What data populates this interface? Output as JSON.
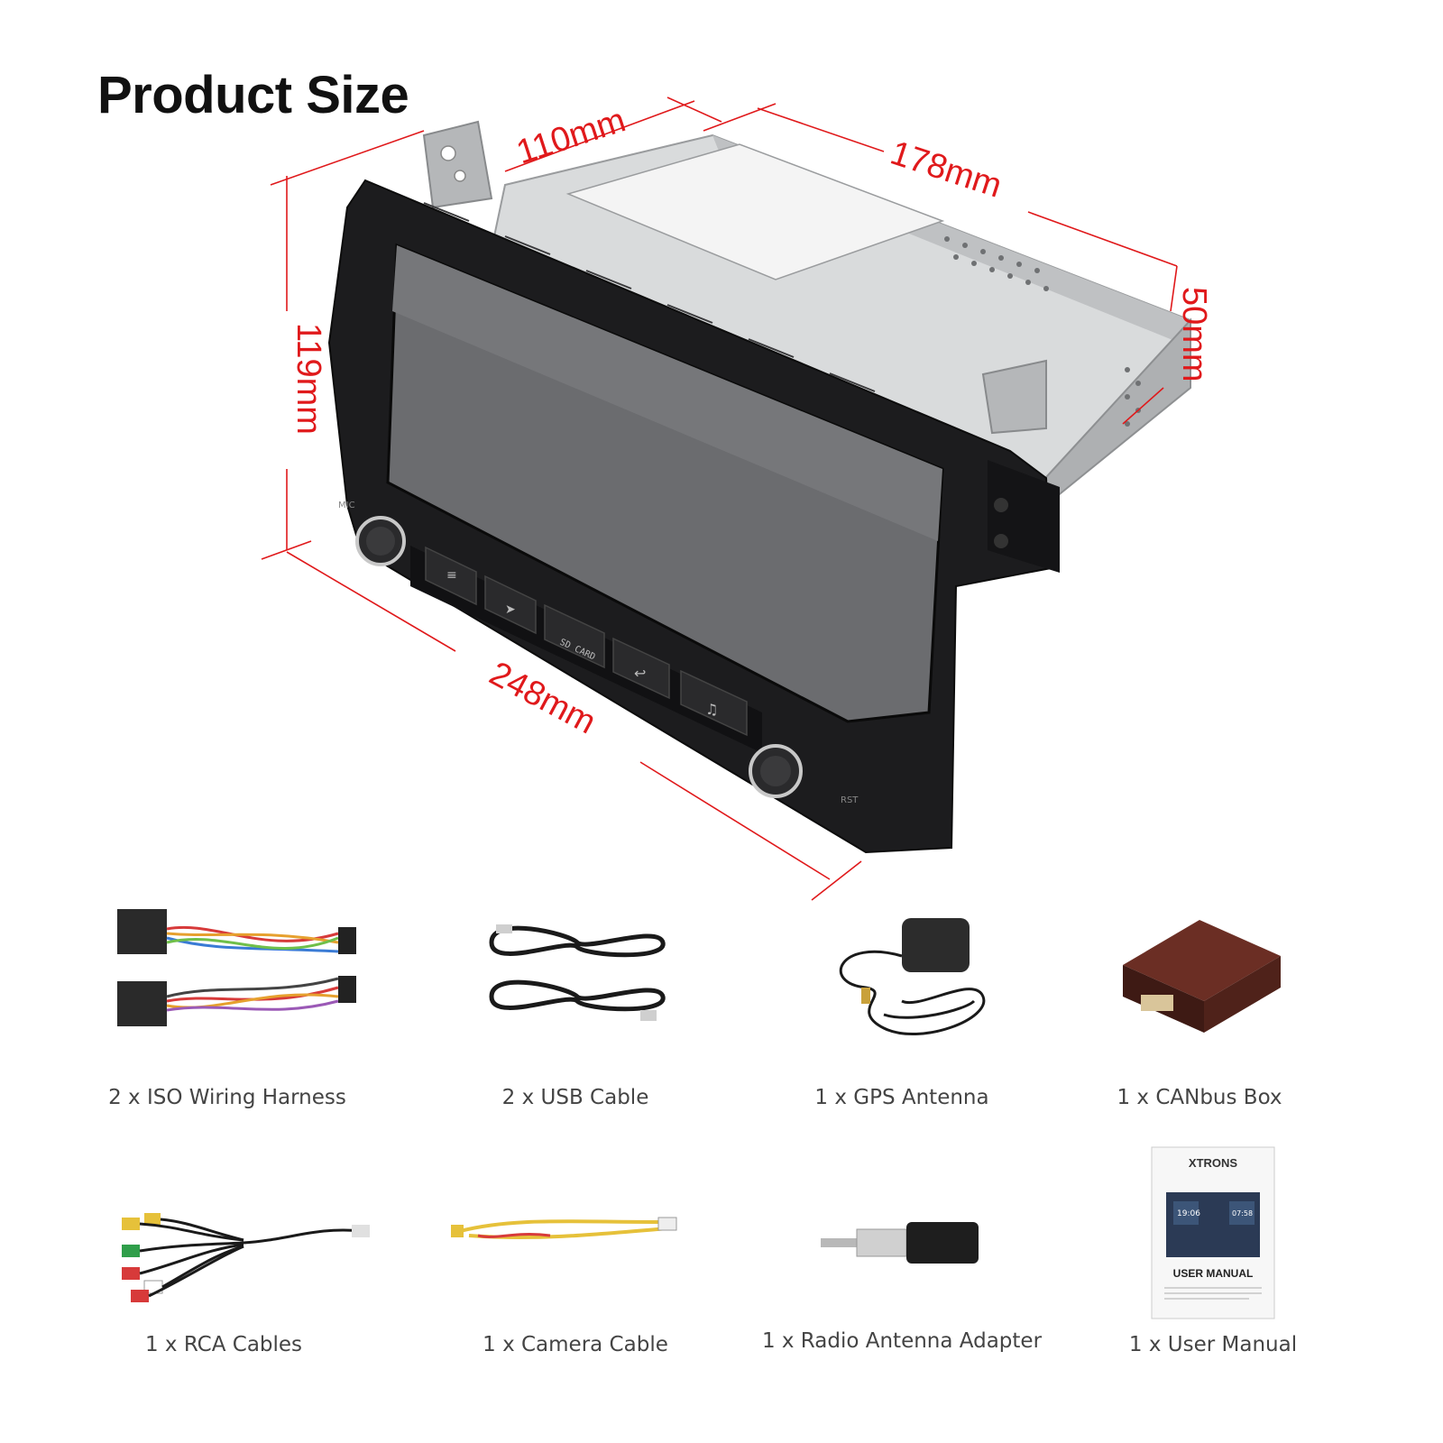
{
  "page": {
    "title": "Product Size"
  },
  "dimensions": {
    "depth": "110mm",
    "length": "178mm",
    "chassis_height": "50mm",
    "height": "119mm",
    "width": "248mm"
  },
  "device": {
    "brand": "XTRONS",
    "buttons": [
      "SD CARD"
    ],
    "labels": {
      "mic": "MIC",
      "reset": "RST"
    }
  },
  "accessories": [
    {
      "id": "iso",
      "label": "2 x ISO Wiring Harness"
    },
    {
      "id": "usb",
      "label": "2 x USB Cable"
    },
    {
      "id": "gps",
      "label": "1 x GPS Antenna"
    },
    {
      "id": "canbus",
      "label": "1 x CANbus Box"
    },
    {
      "id": "rca",
      "label": "1 x RCA Cables"
    },
    {
      "id": "camera",
      "label": "1 x Camera Cable"
    },
    {
      "id": "radio",
      "label": "1 x Radio Antenna Adapter"
    },
    {
      "id": "manual",
      "label": "1 x User Manual"
    }
  ],
  "manual": {
    "brand": "XTRONS",
    "title": "USER MANUAL",
    "time1": "19:06",
    "time2": "07:58"
  },
  "colors": {
    "dimension_red": "#e0191b",
    "bezel": "#1c1c1e",
    "screen": "#6b6c6f",
    "chassis": "#c9cbcd"
  }
}
